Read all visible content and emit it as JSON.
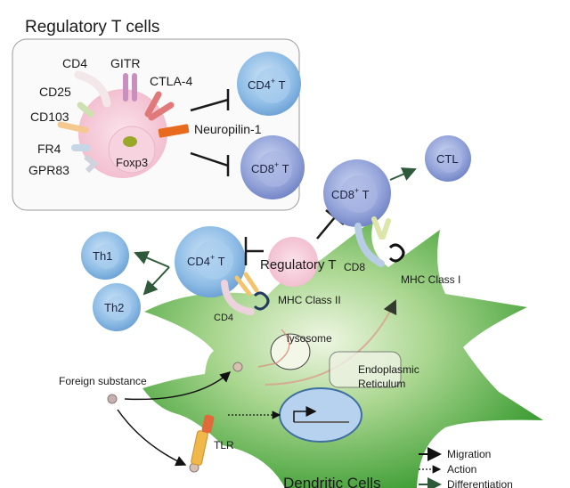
{
  "title": "Regulatory T cells",
  "treg_panel": {
    "markers": [
      "CD4",
      "GITR",
      "CTLA-4",
      "CD25",
      "CD103",
      "Neuropilin-1",
      "FR4",
      "GPR83"
    ],
    "nucleus_label": "Foxp3",
    "targets": [
      {
        "label": "CD4",
        "sup": "+",
        "suffix": " T"
      },
      {
        "label": "CD8",
        "sup": "+",
        "suffix": " T"
      }
    ]
  },
  "cells": {
    "th1": "Th1",
    "th2": "Th2",
    "cd4t": {
      "label": "CD4",
      "sup": "+",
      "suffix": " T"
    },
    "cd8t": {
      "label": "CD8",
      "sup": "+",
      "suffix": " T"
    },
    "ctl": "CTL",
    "treg": "Regulatory T"
  },
  "receptors": {
    "cd4": "CD4",
    "cd8": "CD8",
    "mhc2": "MHC Class II",
    "mhc1": "MHC Class I",
    "tlr": "TLR"
  },
  "dendritic": {
    "name": "Dendritic Cells",
    "lysosome": "lysosome",
    "er_line1": "Endoplasmic",
    "er_line2": "Reticulum",
    "foreign": "Foreign substance"
  },
  "legend": [
    {
      "label": "Migration",
      "style": "solid"
    },
    {
      "label": "Action",
      "style": "dotted"
    },
    {
      "label": "Differentiation",
      "style": "solid-dark"
    }
  ],
  "colors": {
    "dc_green": "#4caf3e",
    "treg_pink": "#f4c6d6",
    "cd4_blue": "#8fbde6",
    "cd8_blue": "#8f9fd6",
    "arrow_green": "#2f5a3a"
  }
}
